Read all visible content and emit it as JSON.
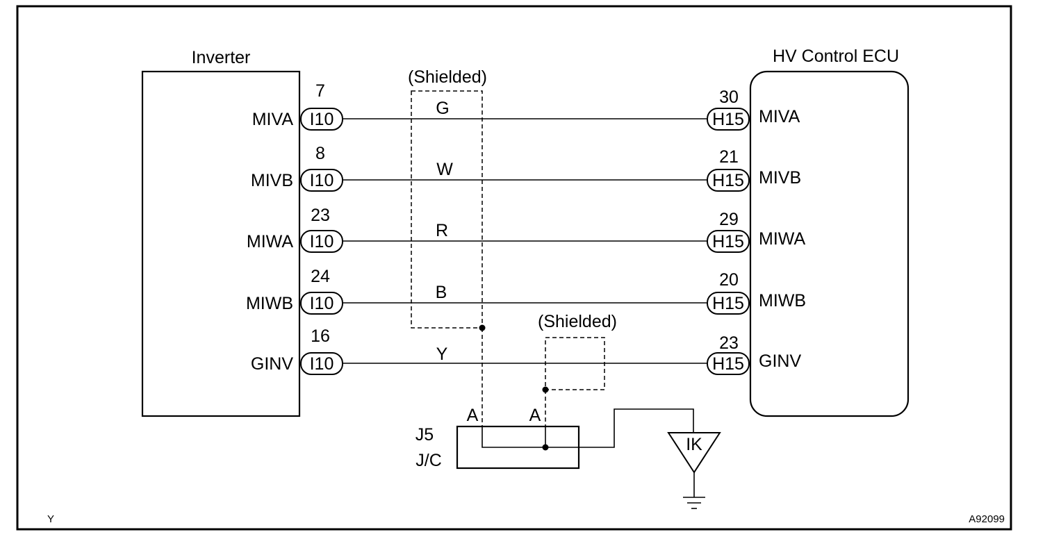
{
  "diagram": {
    "inverter_label": "Inverter",
    "ecu_label": "HV Control ECU",
    "shield_label_1": "(Shielded)",
    "shield_label_2": "(Shielded)",
    "inverter_connector": "I10",
    "ecu_connector": "H15",
    "wires": [
      {
        "color": "G",
        "inverter_pin": "7",
        "inverter_signal": "MIVA",
        "ecu_pin": "30",
        "ecu_signal": "MIVA"
      },
      {
        "color": "W",
        "inverter_pin": "8",
        "inverter_signal": "MIVB",
        "ecu_pin": "21",
        "ecu_signal": "MIVB"
      },
      {
        "color": "R",
        "inverter_pin": "23",
        "inverter_signal": "MIWA",
        "ecu_pin": "29",
        "ecu_signal": "MIWA"
      },
      {
        "color": "B",
        "inverter_pin": "24",
        "inverter_signal": "MIWB",
        "ecu_pin": "20",
        "ecu_signal": "MIWB"
      },
      {
        "color": "Y",
        "inverter_pin": "16",
        "inverter_signal": "GINV",
        "ecu_pin": "23",
        "ecu_signal": "GINV"
      }
    ],
    "jc_pin_left": "A",
    "jc_pin_right": "A",
    "jc_id": "J5",
    "jc_label": "J/C",
    "ground_label": "IK",
    "corner_left": "Y",
    "corner_right": "A92099"
  }
}
